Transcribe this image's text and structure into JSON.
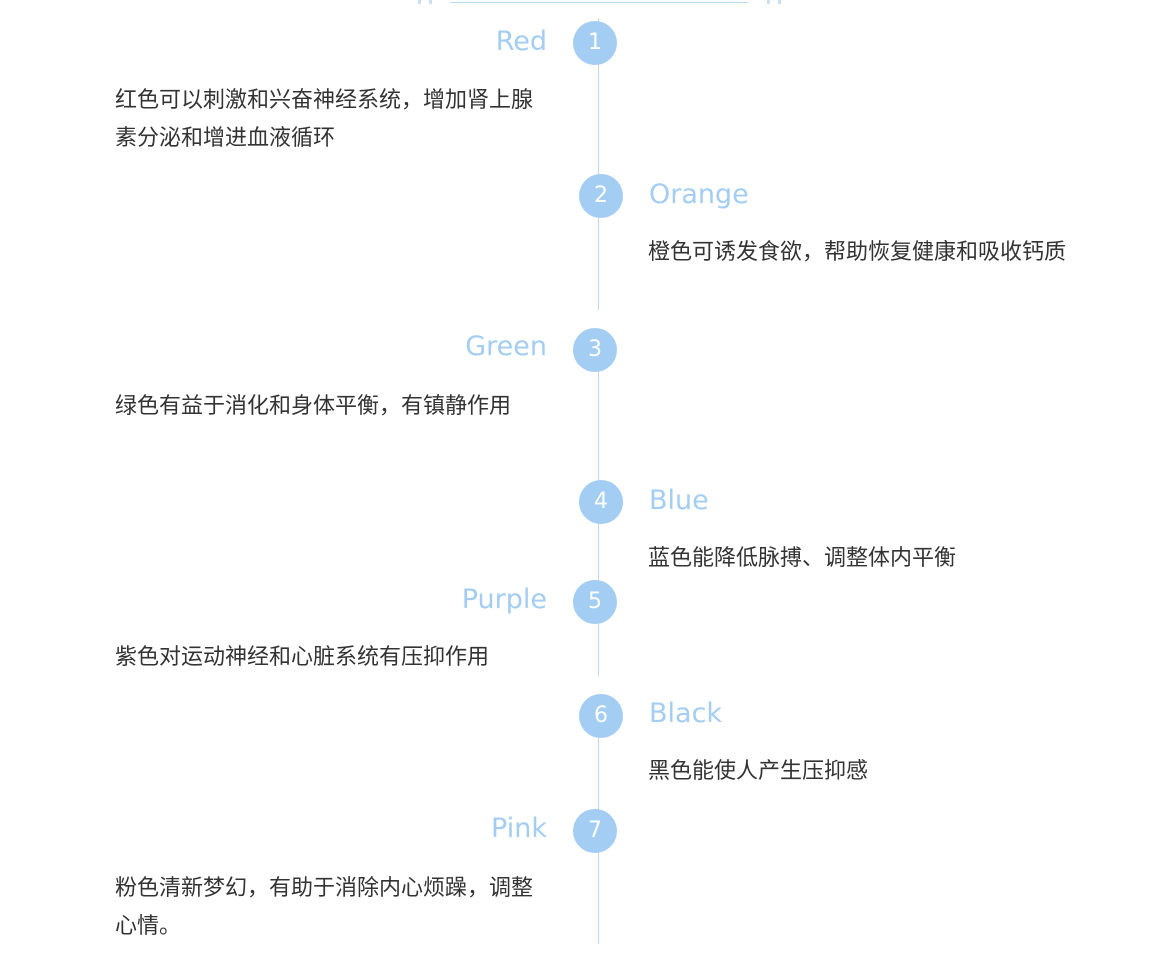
{
  "timeline": {
    "items": [
      {
        "number": "1",
        "title": "Red",
        "text": "红色可以刺激和兴奋神经系统，增加肾上腺素分泌和增进血液循环"
      },
      {
        "number": "2",
        "title": "Orange",
        "text": "橙色可诱发食欲，帮助恢复健康和吸收钙质"
      },
      {
        "number": "3",
        "title": "Green",
        "text": "绿色有益于消化和身体平衡，有镇静作用"
      },
      {
        "number": "4",
        "title": "Blue",
        "text": "蓝色能降低脉搏、调整体内平衡"
      },
      {
        "number": "5",
        "title": "Purple",
        "text": "紫色对运动神经和心脏系统有压抑作用"
      },
      {
        "number": "6",
        "title": "Black",
        "text": "黑色能使人产生压抑感"
      },
      {
        "number": "7",
        "title": "Pink",
        "text": "粉色清新梦幻，有助于消除内心烦躁，调整心情。"
      }
    ]
  },
  "colors": {
    "accent": "#a3cdf3",
    "axis": "#bcd8ea",
    "text": "#333333"
  }
}
